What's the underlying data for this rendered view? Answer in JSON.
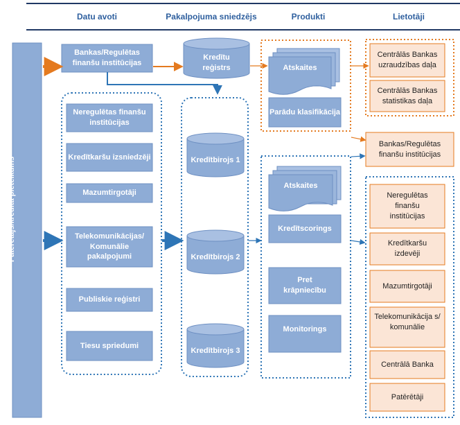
{
  "headers": {
    "data_sources": "Datu avoti",
    "service_provider": "Pakalpojuma sniedzējs",
    "products": "Produkti",
    "users": "Lietotāji"
  },
  "side_label": "Patērētājs/kredīta pieteikums",
  "sources": {
    "regulated": "Bankas/Regulētas finanšu institūcijas",
    "unregulated": "Neregulētas finanšu institūcijas",
    "card_issuers": "Kredītkaršu izsniedzēji",
    "retailers": "Mazumtirgotāji",
    "telecom": "Telekomunikācijas/ Komunālie pakalpojumi",
    "registers": "Publiskie reģistri",
    "courts": "Tiesu spriedumi"
  },
  "providers": {
    "registry": "Kredītu reģistrs",
    "bureau_1": "Kredītbirojs 1",
    "bureau_2": "Kredītbirojs 2",
    "bureau_3": "Kredītbirojs 3"
  },
  "products": {
    "reports_top": "Atskaites",
    "debt_classification": "Parādu klasifikācija",
    "reports_bottom": "Atskaites",
    "credit_scoring": "Kredītscorings",
    "anti_fraud": "Pret krāpniecību",
    "monitoring": "Monitorings"
  },
  "users": {
    "cb_supervision": "Centrālās Bankas uzraudzības daļa",
    "cb_statistics": "Centrālās Bankas statistikas daļa",
    "regulated": "Bankas/Regulētas finanšu institūcijas",
    "unregulated": "Neregulētas finanšu institūcijas",
    "card_issuers": "Kredītkaršu izdevēji",
    "retailers": "Mazumtirgotāji",
    "telecom": "Telekomunikācija s/ komunālie",
    "central_bank": "Centrālā Banka",
    "consumers": "Patērētāji"
  },
  "colors": {
    "blue_fill": "#8eacd6",
    "blue_stroke": "#6d8fc2",
    "header_text": "#2e5f9e",
    "rule_dark": "#203864",
    "arrow_orange": "#e47a1f",
    "arrow_blue": "#2e75b6",
    "user_fill": "#fbe5d6",
    "user_stroke": "#e47a1f"
  }
}
